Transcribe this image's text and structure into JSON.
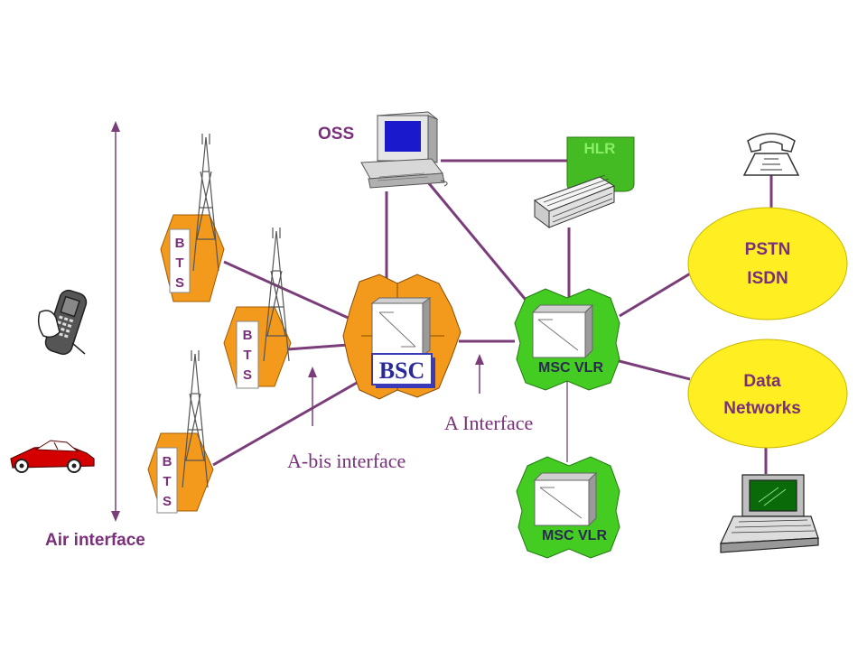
{
  "labels": {
    "oss": "OSS",
    "hlr": "HLR",
    "bsc": "BSC",
    "msc_vlr_top": "MSC VLR",
    "msc_vlr_bottom": "MSC VLR",
    "pstn_line1": "PSTN",
    "pstn_line2": "ISDN",
    "data_line1": "Data",
    "data_line2": "Networks",
    "a_interface": "A Interface",
    "abis_interface": "A-bis interface",
    "air_interface": "Air interface"
  },
  "bts_letters": [
    "B",
    "T",
    "S"
  ],
  "colors": {
    "link": "#7a3d7a",
    "bts_hex": "#f39a1c",
    "bsc_hex": "#f39a1c",
    "msc_hex": "#44cc22",
    "hlr_panel": "#44bb22",
    "cloud": "#ffee22",
    "car": "#d40000",
    "label": "#7a2f7a"
  }
}
